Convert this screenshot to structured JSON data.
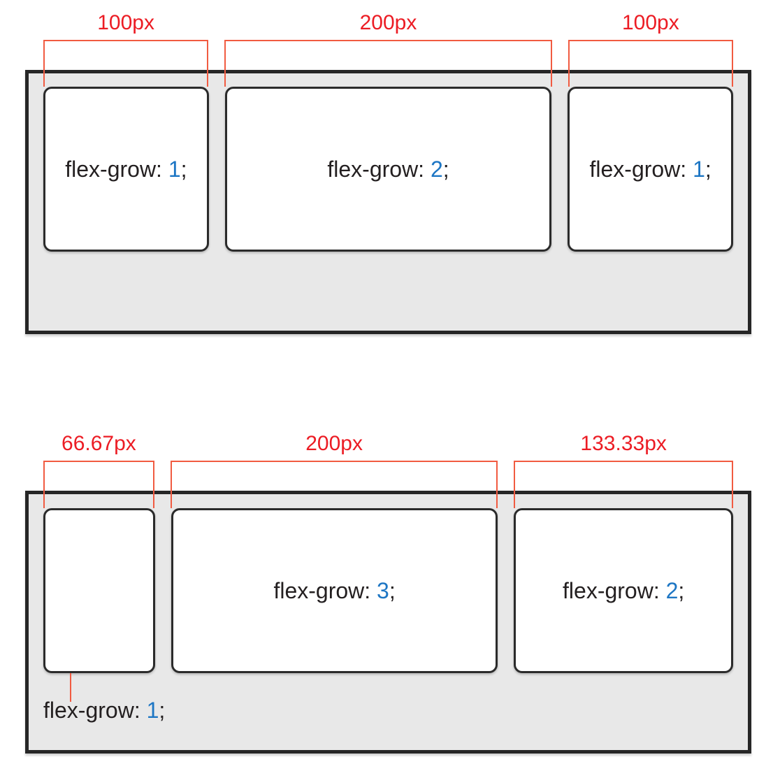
{
  "colors": {
    "measurement_label_red": "#ec1c24",
    "measurement_line_red": "#f15b41",
    "flex_value_blue": "#1d76c4",
    "text_ink": "#231f20",
    "container_fill_gray": "#e8e8e8",
    "container_border_dark": "#262626"
  },
  "figures": [
    {
      "measurements": [
        {
          "label": "100px"
        },
        {
          "label": "200px"
        },
        {
          "label": "100px"
        }
      ],
      "boxes": [
        {
          "prefix": "flex-grow: ",
          "value": "1",
          "suffix": ";"
        },
        {
          "prefix": "flex-grow: ",
          "value": "2",
          "suffix": ";"
        },
        {
          "prefix": "flex-grow: ",
          "value": "1",
          "suffix": ";"
        }
      ]
    },
    {
      "measurements": [
        {
          "label": "66.67px"
        },
        {
          "label": "200px"
        },
        {
          "label": "133.33px"
        }
      ],
      "boxes": [
        {},
        {
          "prefix": "flex-grow: ",
          "value": "3",
          "suffix": ";"
        },
        {
          "prefix": "flex-grow: ",
          "value": "2",
          "suffix": ";"
        }
      ],
      "callout": {
        "prefix": "flex-grow: ",
        "value": "1",
        "suffix": ";"
      }
    }
  ]
}
